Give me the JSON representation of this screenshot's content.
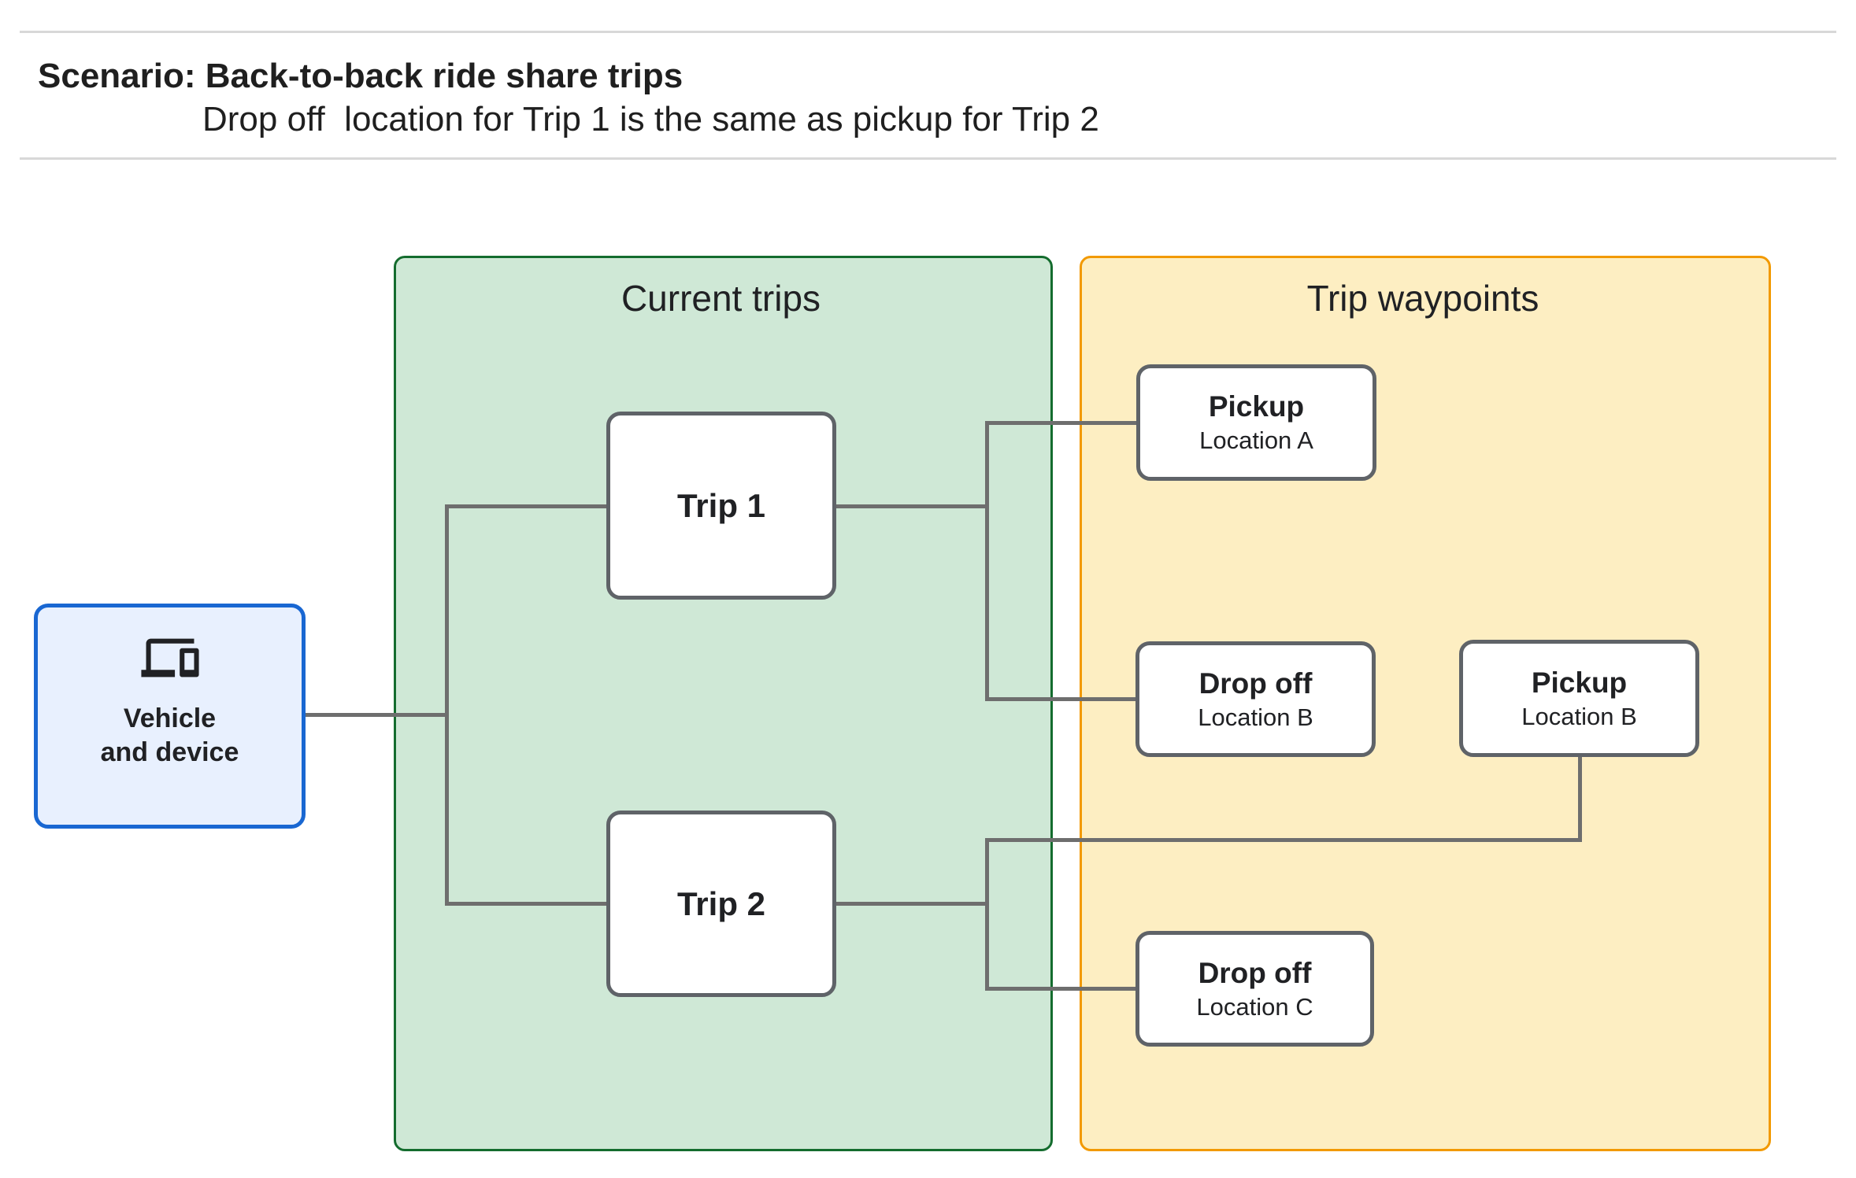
{
  "header": {
    "title": "Scenario: Back-to-back ride share trips",
    "subtitle": "Drop off  location for Trip 1 is the same as pickup for Trip 2"
  },
  "vehicle": {
    "icon": "laptop-and-phone-devices-icon",
    "line1": "Vehicle",
    "line2": "and device"
  },
  "current_trips": {
    "title": "Current trips",
    "trips": [
      {
        "label": "Trip 1"
      },
      {
        "label": "Trip 2"
      }
    ]
  },
  "trip_waypoints": {
    "title": "Trip waypoints",
    "waypoints": [
      {
        "label": "Pickup",
        "location": "Location A"
      },
      {
        "label": "Drop off",
        "location": "Location B"
      },
      {
        "label": "Pickup",
        "location": "Location B"
      },
      {
        "label": "Drop off",
        "location": "Location C"
      }
    ]
  },
  "colors": {
    "current_trips_fill": "#cfe8d6",
    "current_trips_border": "#146c2e",
    "trip_waypoints_fill": "#fdeec2",
    "trip_waypoints_border": "#f29900",
    "vehicle_fill": "#e8f0fe",
    "vehicle_border": "#1967d2",
    "node_border": "#5f6368",
    "connector": "#6e6e6e",
    "divider": "#d8d8d8",
    "text": "#202124"
  }
}
